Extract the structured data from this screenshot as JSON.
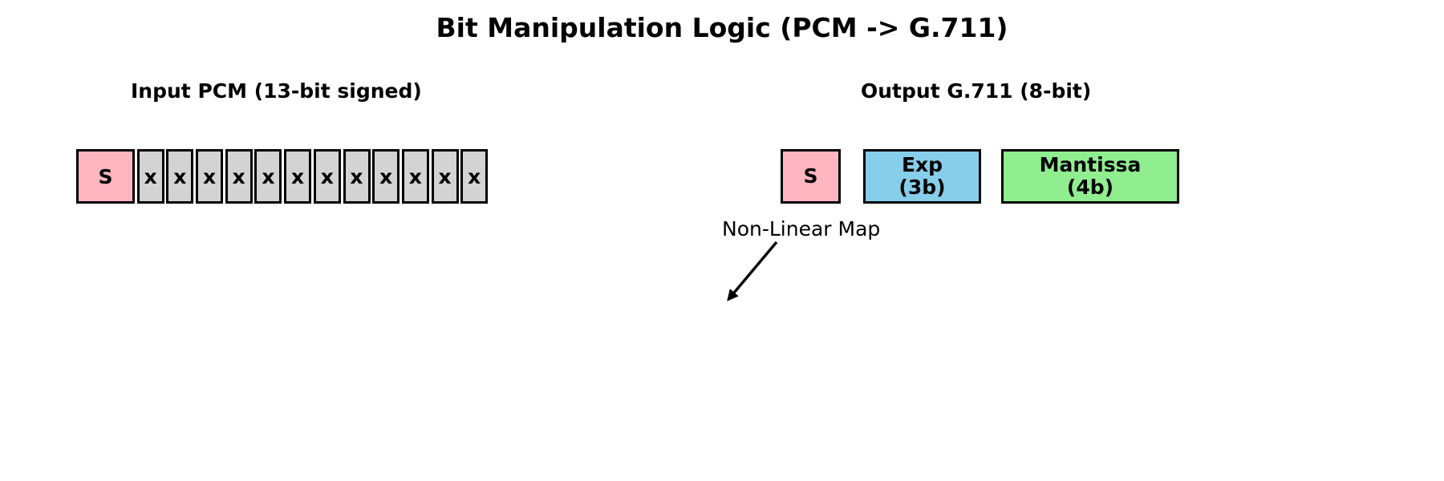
{
  "title": "Bit Manipulation Logic (PCM -> G.711)",
  "input": {
    "label": "Input PCM (13-bit signed)",
    "sign_bit_label": "S",
    "data_bit_label": "x",
    "data_bit_count": 12
  },
  "output": {
    "label": "Output G.711 (8-bit)",
    "fields": [
      {
        "name": "sign",
        "lines": [
          "S"
        ],
        "color": "#FFB6C1"
      },
      {
        "name": "exponent",
        "lines": [
          "Exp",
          "(3b)"
        ],
        "color": "#87CEEB"
      },
      {
        "name": "mantissa",
        "lines": [
          "Mantissa",
          "(4b)"
        ],
        "color": "#90EE90"
      }
    ]
  },
  "annotation": {
    "label": "Non-Linear Map"
  },
  "colors": {
    "sign_bit": "#FFB6C1",
    "data_bit": "#D3D3D3",
    "exponent": "#87CEEB",
    "mantissa": "#90EE90",
    "border": "#000000",
    "background": "#FFFFFF",
    "text": "#000000"
  }
}
